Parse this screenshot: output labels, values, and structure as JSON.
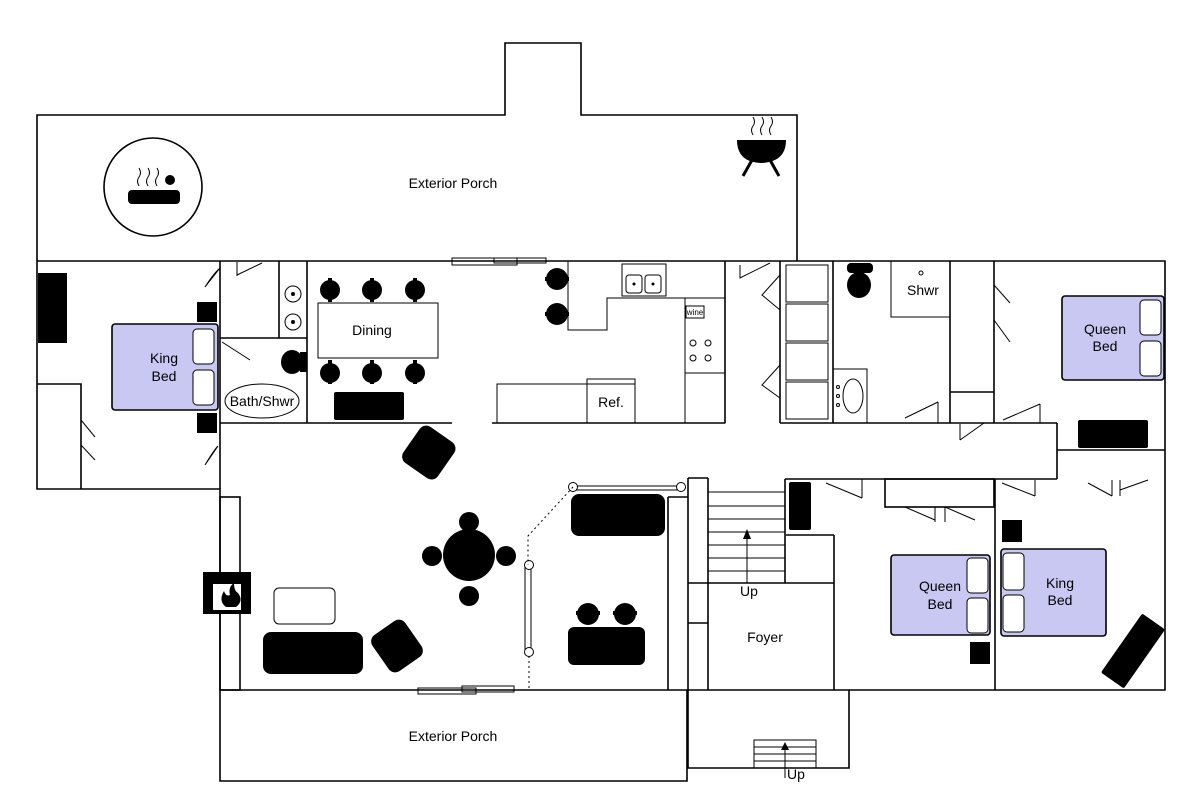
{
  "rooms": {
    "porch_top": "Exterior Porch",
    "porch_bottom": "Exterior Porch",
    "dining": "Dining",
    "ref": "Ref.",
    "bath": "Bath/Shwr",
    "shower": "Shwr",
    "foyer": "Foyer",
    "wine": "wine"
  },
  "beds": {
    "king_left": [
      "King",
      "Bed"
    ],
    "queen_right_top": [
      "Queen",
      "Bed"
    ],
    "queen_bottom": [
      "Queen",
      "Bed"
    ],
    "king_bottom": [
      "King",
      "Bed"
    ]
  },
  "stairs": {
    "up_main": "Up",
    "up_entry": "Up"
  },
  "icons": {
    "hot_tub": "hot-tub-icon",
    "grill": "grill-icon",
    "fireplace": "fireplace-icon"
  },
  "colors": {
    "bed_fill": "#c8c8f2"
  }
}
